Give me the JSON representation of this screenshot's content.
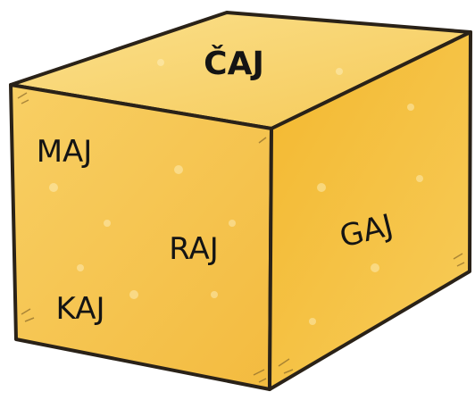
{
  "cube": {
    "top_word": "ČAJ",
    "front_words": [
      "MAJ",
      "RAJ",
      "KAJ"
    ],
    "side_word": "GAJ"
  },
  "colors": {
    "top_face": "#f9d16b",
    "front_face": "#f6c04a",
    "side_face": "#f1b52f",
    "outline": "#2a2218",
    "text": "#141414"
  }
}
